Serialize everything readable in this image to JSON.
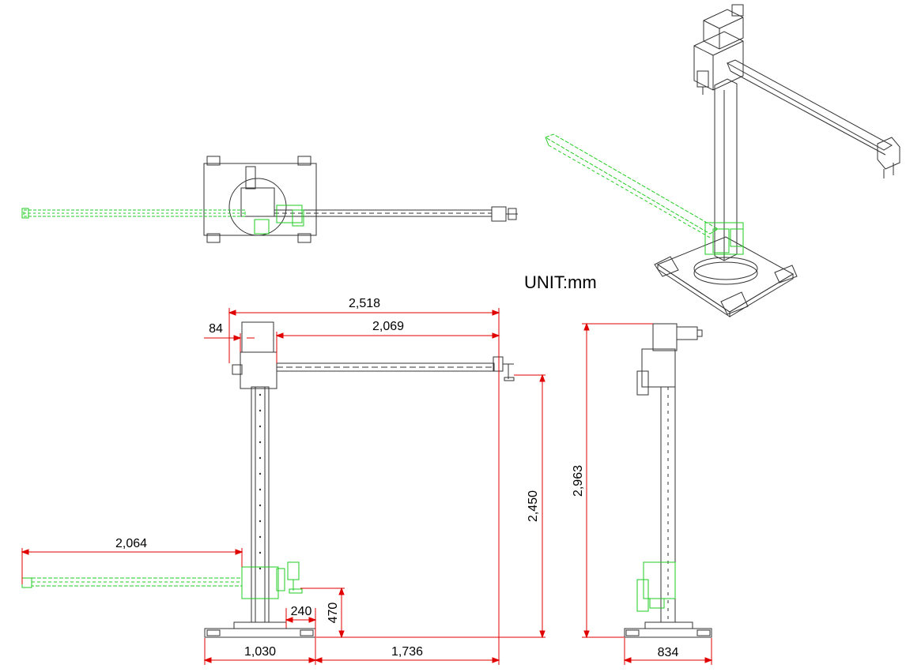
{
  "unit_label": "UNIT:mm",
  "colors": {
    "dimension": "#e00000",
    "outline": "#333333",
    "ghost": "#22cc22",
    "text": "#000000"
  },
  "dimensions": {
    "overall_reach": "2,518",
    "arm_extension": "2,069",
    "rear_offset": "84",
    "retracted_reach": "2,064",
    "min_height": "470",
    "carriage_offset": "240",
    "arm_height": "2,450",
    "base_length": "1,030",
    "clear_span": "1,736",
    "overall_height": "2,963",
    "base_width": "834"
  }
}
